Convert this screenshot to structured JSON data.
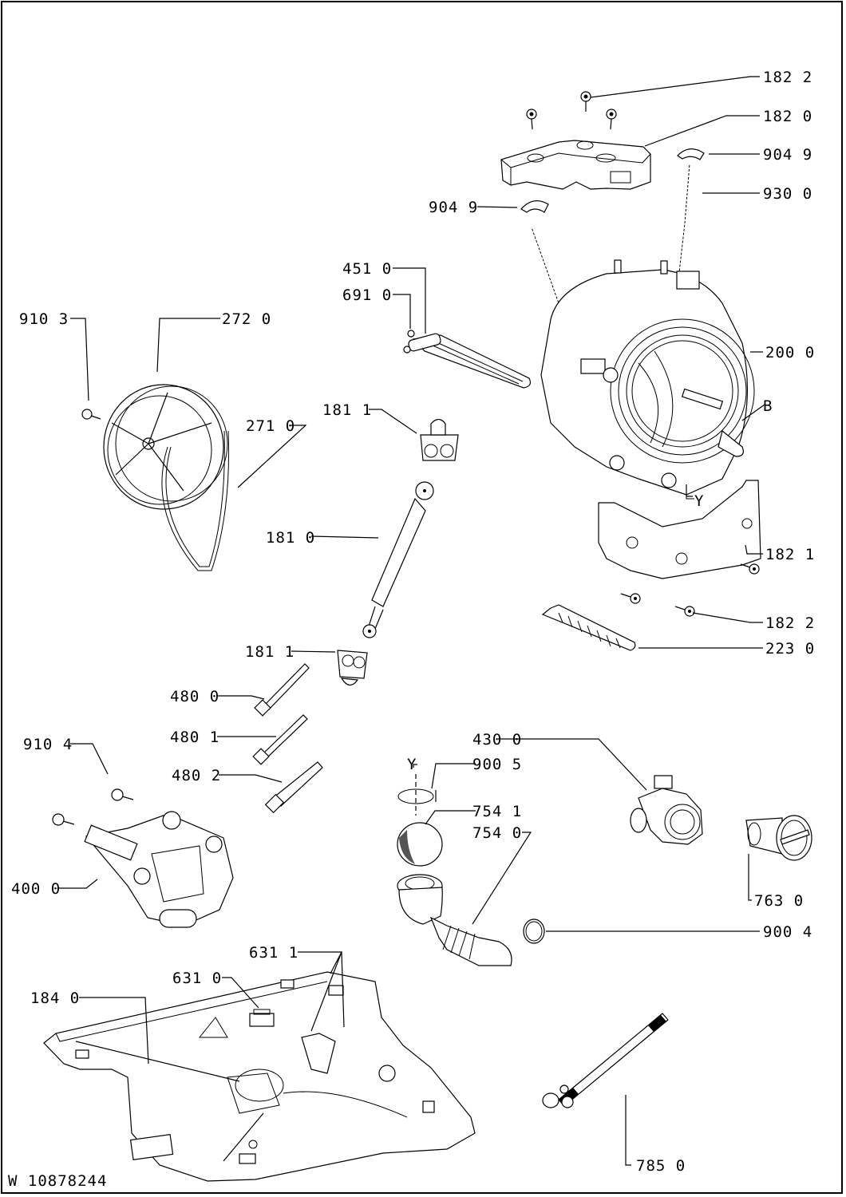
{
  "document": {
    "type": "exploded parts diagram",
    "doc_number": "W 10878244"
  },
  "colors": {
    "ink": "#000000",
    "paper": "#ffffff"
  },
  "callouts": {
    "c1822_top": "182 2",
    "c1820": "182 0",
    "c9049_right": "904 9",
    "c9300": "930 0",
    "c9049_left": "904 9",
    "c4510": "451 0",
    "c6910": "691 0",
    "c9103": "910 3",
    "c2720": "272 0",
    "c2000": "200 0",
    "cB": "B",
    "c1811_top": "181 1",
    "c2710": "271 0",
    "cY_tub": "Y",
    "c1810": "181 0",
    "c1821": "182 1",
    "c1822_bottom": "182 2",
    "c2230": "223 0",
    "c1811_bottom": "181 1",
    "c4800": "480 0",
    "c4801": "480 1",
    "c4802": "480 2",
    "c9104": "910 4",
    "c4300": "430 0",
    "cY_sump": "Y",
    "c9005": "900 5",
    "c7541": "754 1",
    "c7540": "754 0",
    "c4000": "400 0",
    "c7630": "763 0",
    "c9004": "900 4",
    "c6311": "631 1",
    "c6310": "631 0",
    "c1840": "184 0",
    "c7850": "785 0"
  }
}
